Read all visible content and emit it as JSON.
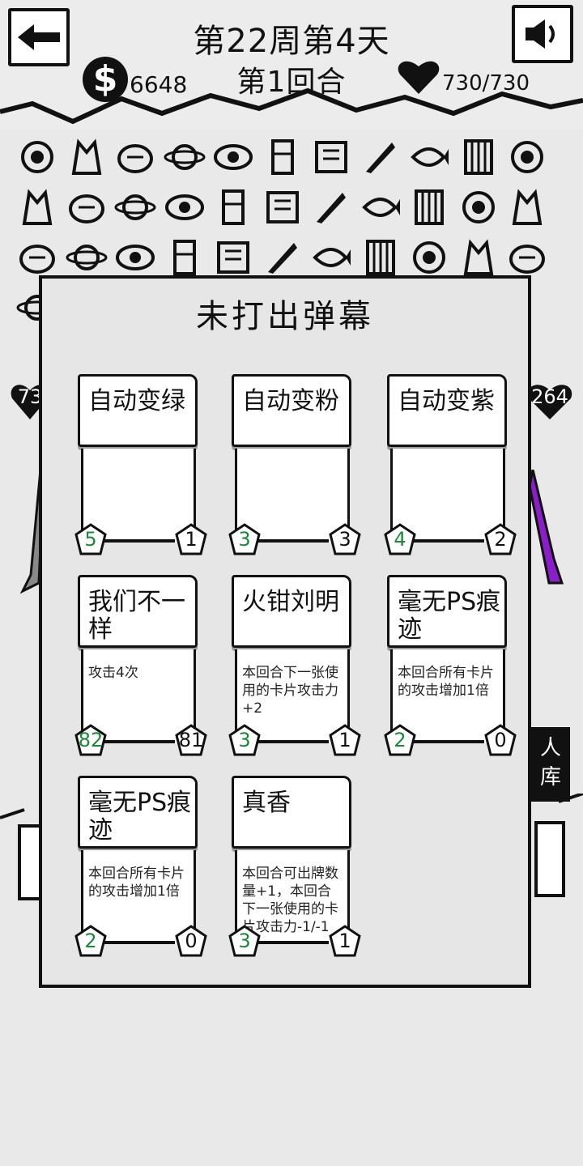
{
  "header": {
    "title": "第22周第4天",
    "round": "第1回合",
    "money": "6648",
    "money_symbol": "$",
    "hp": "730/730",
    "back_icon": "arrow-left-icon",
    "sound_icon": "speaker-icon"
  },
  "side": {
    "left_hp": "73",
    "right_hp": "264",
    "right_tag": "人\n库"
  },
  "modal": {
    "title": "未打出弹幕"
  },
  "cards": [
    {
      "name": "自动变绿",
      "desc": "",
      "cost": "5",
      "attack": "1"
    },
    {
      "name": "自动变粉",
      "desc": "",
      "cost": "3",
      "attack": "3"
    },
    {
      "name": "自动变紫",
      "desc": "",
      "cost": "4",
      "attack": "2"
    },
    {
      "name": "我们不一样",
      "desc": "攻击4次",
      "cost": "82",
      "attack": "81"
    },
    {
      "name": "火钳刘明",
      "desc": "本回合下一张使用的卡片攻击力+2",
      "cost": "3",
      "attack": "1"
    },
    {
      "name": "毫无PS痕迹",
      "desc": "本回合所有卡片的攻击增加1倍",
      "cost": "2",
      "attack": "0"
    },
    {
      "name": "毫无PS痕迹",
      "desc": "本回合所有卡片的攻击增加1倍",
      "cost": "2",
      "attack": "0"
    },
    {
      "name": "真香",
      "desc": "本回合可出牌数量+1，本回合下一张使用的卡片攻击力-1/-1",
      "cost": "3",
      "attack": "1"
    }
  ],
  "colors": {
    "cost": "#1a8a3a",
    "ink": "#111111",
    "paper": "#ffffff",
    "background": "#e9e9e9"
  }
}
